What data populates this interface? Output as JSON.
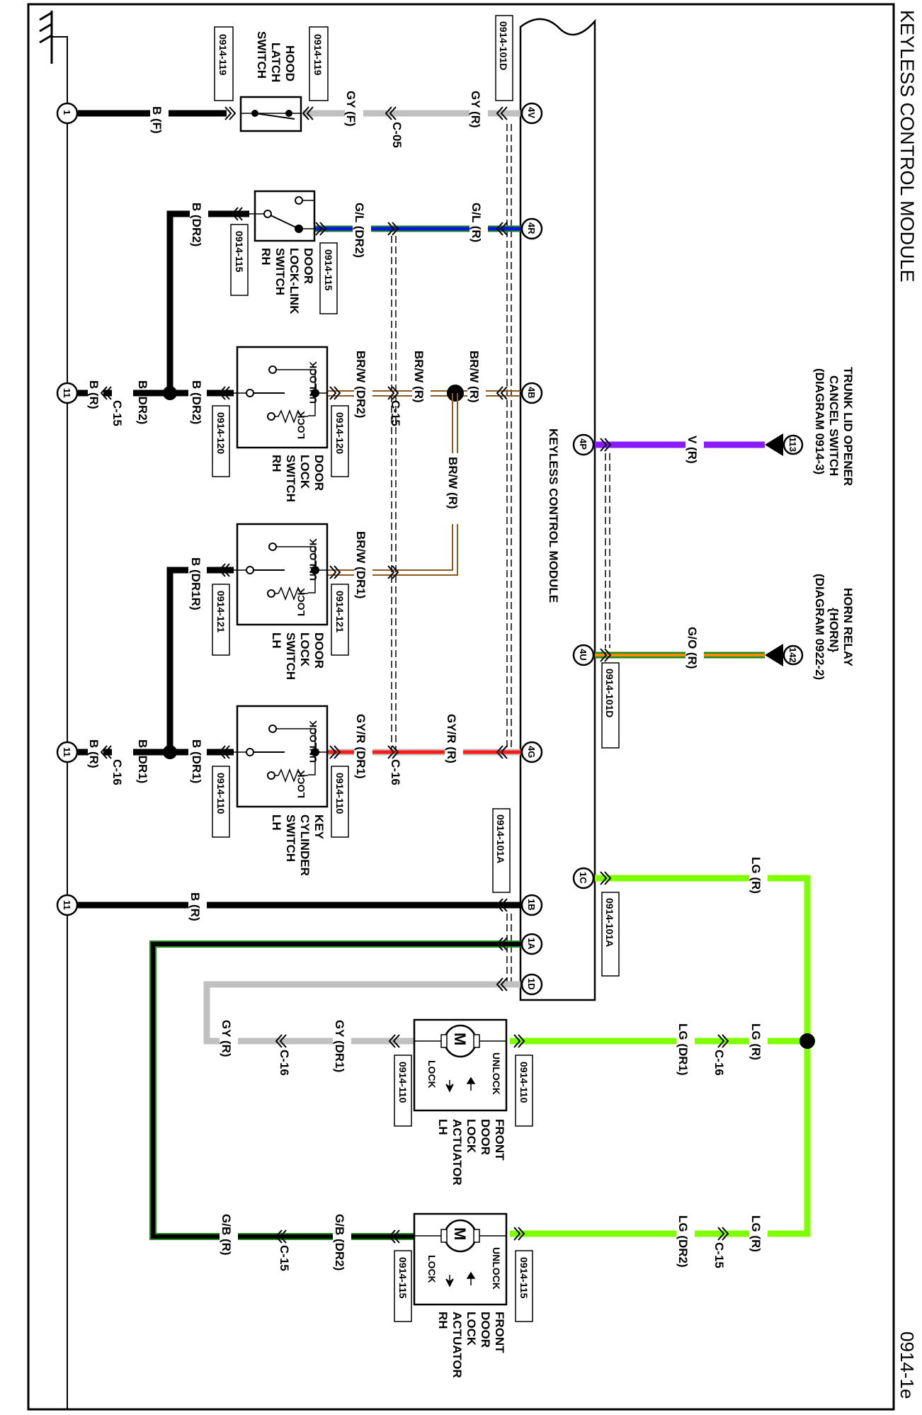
{
  "title": "KEYLESS CONTROL MODULE",
  "page_code": "0914-1e",
  "module": {
    "name": "KEYLESS CONTROL MODULE",
    "connectors": [
      "0914-101D",
      "0914-101A"
    ]
  },
  "colors": {
    "black": "#000000",
    "gray": "#c0c0c0",
    "green": "#1a8a1a",
    "blue": "#0a14e6",
    "brown": "#8b5a1e",
    "red": "#ff1a1a",
    "violet": "#8a1aff",
    "orange": "#ff8c00",
    "light_green": "#80ff00"
  },
  "grounds": [
    {
      "id": "1",
      "label": "1"
    },
    {
      "id": "11a",
      "label": "11"
    },
    {
      "id": "11b",
      "label": "11"
    },
    {
      "id": "11c",
      "label": "11"
    }
  ],
  "components": {
    "hood_latch": {
      "name": "HOOD LATCH SWITCH",
      "lines": [
        "HOOD",
        "LATCH",
        "SWITCH"
      ],
      "conn_a": "0914-119",
      "conn_b": "0914-119"
    },
    "door_lock_link_rh": {
      "name": "DOOR LOCK-LINK SWITCH RH",
      "lines": [
        "DOOR",
        "LOCK-LINK",
        "SWITCH",
        "RH"
      ],
      "conn_a": "0914-115",
      "conn_b": "0914-115"
    },
    "door_lock_sw_rh": {
      "name": "DOOR LOCK SWITCH RH",
      "lines": [
        "DOOR",
        "LOCK",
        "SWITCH",
        "RH"
      ],
      "conn_a": "0914-120",
      "conn_b": "0914-120",
      "unlock": "UNLOCK",
      "lock": "LOCK"
    },
    "door_lock_sw_lh": {
      "name": "DOOR LOCK SWITCH LH",
      "lines": [
        "DOOR",
        "LOCK",
        "SWITCH",
        "LH"
      ],
      "conn_a": "0914-121",
      "conn_b": "0914-121",
      "unlock": "UNLOCK",
      "lock": "LOCK"
    },
    "key_cyl_lh": {
      "name": "KEY CYLINDER SWITCH LH",
      "lines": [
        "KEY",
        "CYLINDER",
        "SWITCH",
        "LH"
      ],
      "conn_a": "0914-110",
      "conn_b": "0914-110",
      "unlock": "UNLOCK",
      "lock": "LOCK"
    },
    "actuator_lh": {
      "name": "FRONT DOOR LOCK ACTUATOR LH",
      "lines": [
        "FRONT",
        "DOOR",
        "LOCK",
        "ACTUATOR",
        "LH"
      ],
      "conn_a": "0914-110",
      "conn_b": "0914-110",
      "unlock": "UNLOCK",
      "lock": "LOCK",
      "motor": "M"
    },
    "actuator_rh": {
      "name": "FRONT DOOR LOCK ACTUATOR RH",
      "lines": [
        "FRONT",
        "DOOR",
        "LOCK",
        "ACTUATOR",
        "RH"
      ],
      "conn_a": "0914-115",
      "conn_b": "0914-115",
      "unlock": "UNLOCK",
      "lock": "LOCK",
      "motor": "M"
    },
    "trunk": {
      "name": "TRUNK LID OPENER CANCEL SWITCH (DIAGRAM 0914-3)",
      "lines": [
        "TRUNK LID OPENER",
        "CANCEL SWITCH",
        "(DIAGRAM  0914-3)"
      ],
      "ref": "113"
    },
    "horn": {
      "name": "HORN RELAY {HORN} (DIAGRAM 0922-2)",
      "lines": [
        "HORN RELAY",
        "{HORN}",
        "(DIAGRAM  0922-2)"
      ],
      "ref": "142"
    }
  },
  "pins": {
    "p4V": "4V",
    "p4R": "4R",
    "p4B": "4B",
    "p4G": "4G",
    "p1B": "1B",
    "p1A": "1A",
    "p1D": "1D",
    "p4P": "4P",
    "p4U": "4U",
    "p1C": "1C"
  },
  "wires": {
    "hood_b": "B (F)",
    "hood_gy_f": "GY (F)",
    "hood_gy_r": "GY (R)",
    "hood_conn": "C-05",
    "link_b": "B (DR2)",
    "link_gl_dr2": "G/L (DR2)",
    "link_gl_r": "G/L (R)",
    "rh_b_r": "B (R)",
    "rh_c15": "C-15",
    "rh_b_dr2a": "B (DR2)",
    "rh_b_dr2b": "B (DR2)",
    "rh_brw_dr2": "BR/W (DR2)",
    "rh_c15b": "C-15",
    "rh_brw_r1": "BR/W (R)",
    "rh_brw_r2": "BR/W (R)",
    "brw_vert": "BR/W (R)",
    "lh_b_dr1r": "B (DR1R)",
    "lh_brw_dr1": "BR/W (DR1)",
    "kc_b_r": "B (R)",
    "kc_c16": "C-16",
    "kc_b_dr1a": "B (DR1)",
    "kc_b_dr1b": "B (DR1)",
    "kc_gyr_dr1": "GY/R (DR1)",
    "kc_c16b": "C-16",
    "kc_gyr_r": "GY/R (R)",
    "gnd_b_r": "B (R)",
    "trunk_v_r": "V (R)",
    "horn_go_r": "G/O (R)",
    "lg_r_top": "LG (R)",
    "act_lh_lg_dr1": "LG (DR1)",
    "act_lh_c16": "C-16",
    "act_lh_lg_r": "LG (R)",
    "act_lh_gy_dr1": "GY (DR1)",
    "act_lh_c16b": "C-16",
    "act_lh_gy_r": "GY (R)",
    "act_rh_lg_dr2": "LG (DR2)",
    "act_rh_c15": "C-15",
    "act_rh_lg_r": "LG (R)",
    "act_rh_gb_dr2": "G/B (DR2)",
    "act_rh_c15b": "C-15",
    "act_rh_gb_r": "G/B (R)"
  }
}
